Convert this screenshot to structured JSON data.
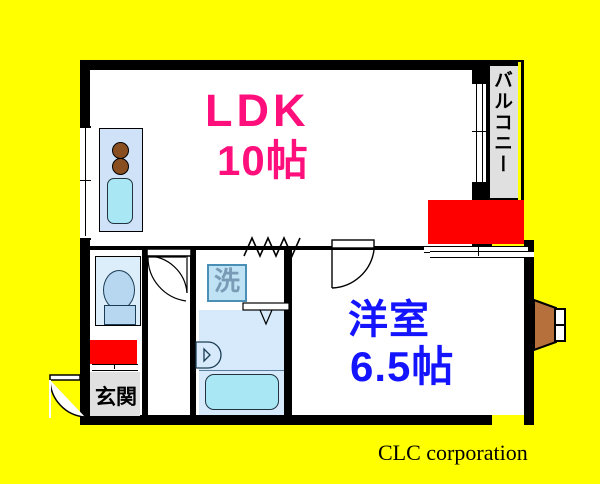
{
  "document": {
    "type": "floor-plan",
    "background_color": "#ffff00",
    "credit": "CLC corporation"
  },
  "rooms": [
    {
      "id": "ldk",
      "name_line1": "LDK",
      "name_line2": "10帖",
      "size_jo": 10,
      "label_color": "#ff0f7b"
    },
    {
      "id": "western-room",
      "name_line1": "洋室",
      "name_line2": "6.5帖",
      "size_jo": 6.5,
      "label_color": "#1414ff"
    },
    {
      "id": "entrance",
      "name_line1": "玄関",
      "label_color": "#000000"
    },
    {
      "id": "balcony",
      "name_line1": "バルコニー",
      "label_color": "#000000"
    }
  ],
  "fixtures": {
    "washer_label": "洗",
    "washer_label_color": "#7a9bb5",
    "kitchen": "kitchen-counter",
    "toilet": "toilet",
    "bathtub": "bathtub",
    "washbasin": "washbasin",
    "bay_window": "bay-window",
    "closet_upper": "closet",
    "shoe_box": "shoe-box"
  },
  "colors": {
    "wall": "#000000",
    "floor": "#ffffff",
    "background": "#ffff00",
    "closet_red": "#ff0000",
    "balcony_gray": "#e0e0e0",
    "water_blue": "#a9e7f5",
    "bay_window_brown": "#b5703c"
  }
}
